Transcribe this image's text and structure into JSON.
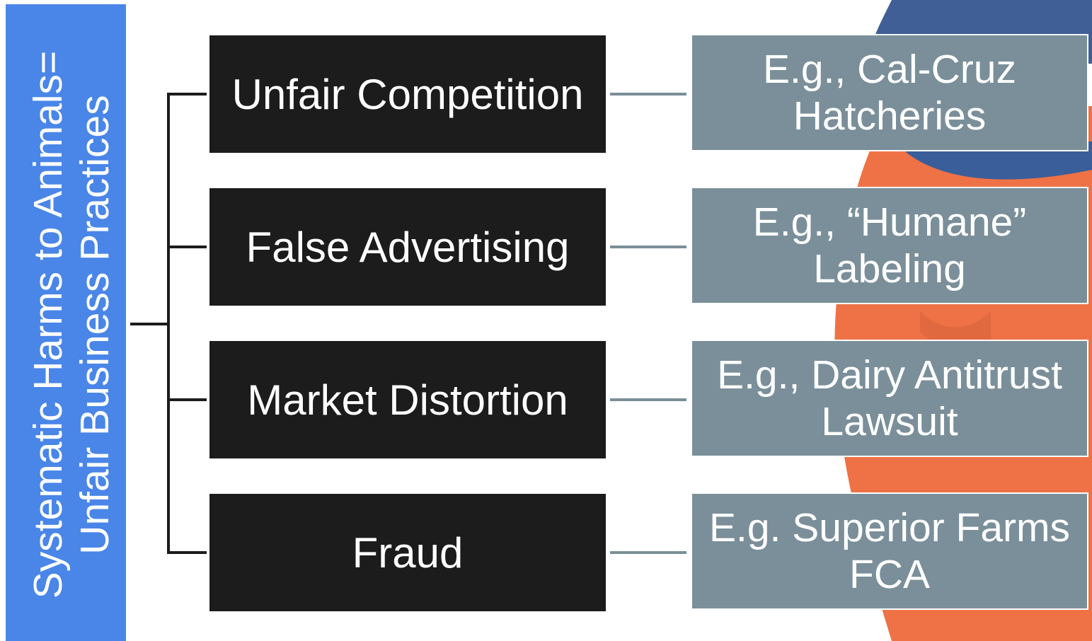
{
  "root": {
    "label": "Systematic Harms to Animals= Unfair Business Practices"
  },
  "categories": [
    {
      "label": "Unfair Competition",
      "example": "E.g., Cal-Cruz Hatcheries"
    },
    {
      "label": "False Advertising",
      "example": "E.g., “Humane” Labeling"
    },
    {
      "label": "Market Distortion",
      "example": "E.g., Dairy Antitrust Lawsuit"
    },
    {
      "label": "Fraud",
      "example": "E.g. Superior Farms FCA"
    }
  ],
  "colors": {
    "root_fill": "#4a86e8",
    "category_fill": "#1c1c1c",
    "example_fill": "#7a8f99",
    "tree_line": "#1c1c1c",
    "link_line": "#7a8f99",
    "bg_blue": "#3f5f96",
    "bg_orange": "#ee7245"
  }
}
